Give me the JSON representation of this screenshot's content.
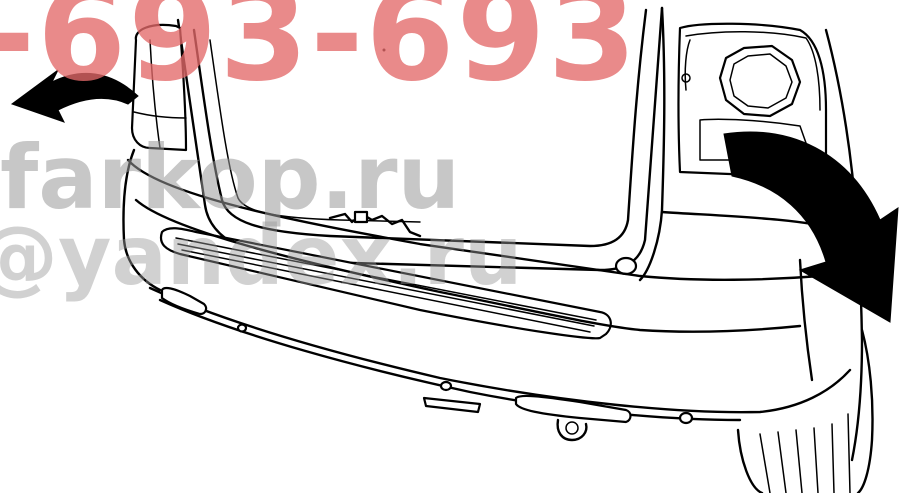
{
  "watermark": {
    "phone": "-693-693",
    "site": "farkop.ru",
    "email": "@yandex.ru",
    "color": "#e46a6a",
    "gray": "#9a9a9a"
  },
  "diagram": {
    "subject": "vehicle rear bumper with open liftgate",
    "arrows": 2
  }
}
